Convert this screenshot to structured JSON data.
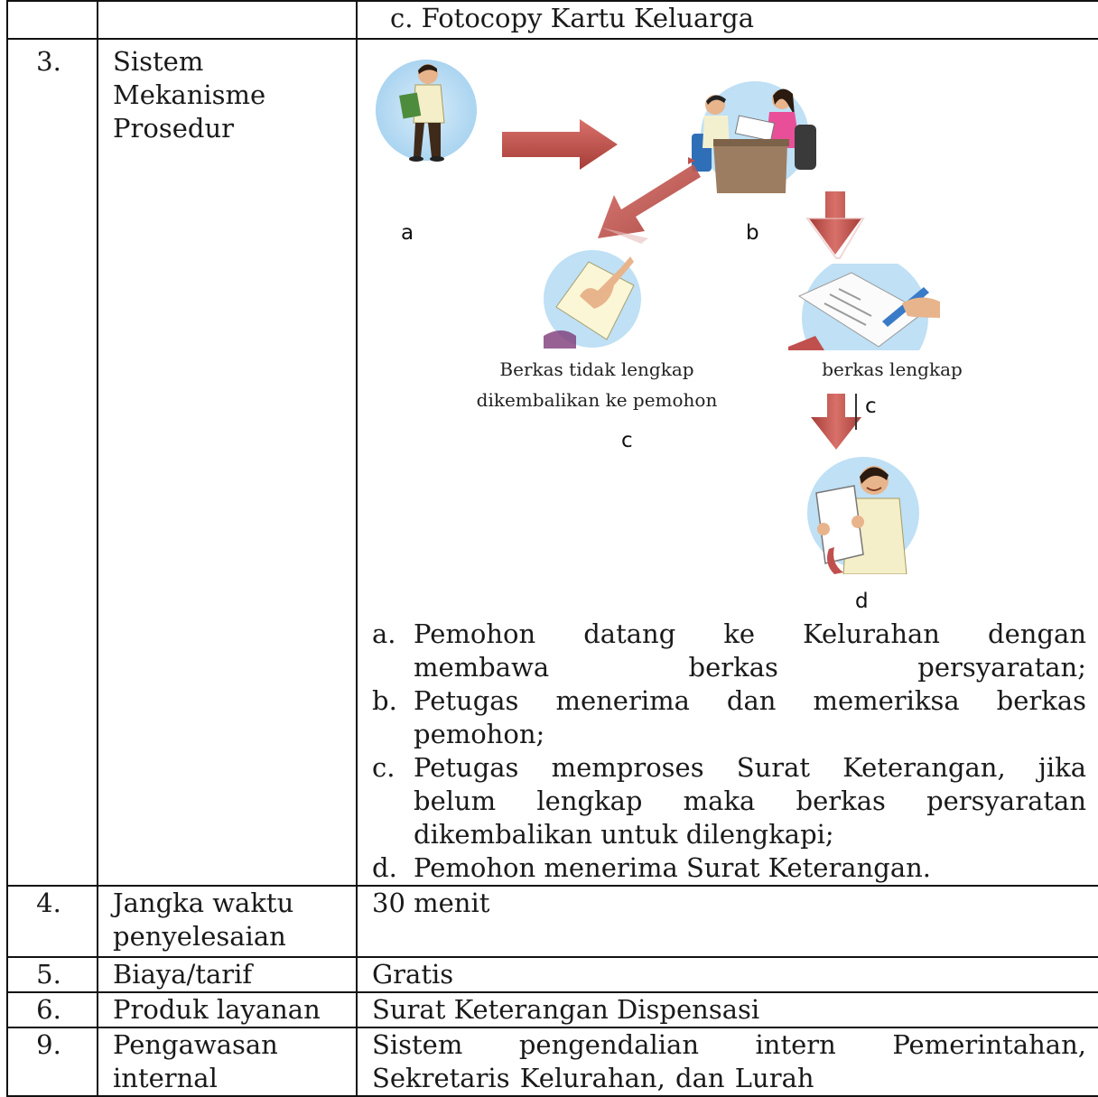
{
  "rows": [
    {
      "num": "",
      "label": "",
      "value": "c.  Fotocopy Kartu Keluarga"
    },
    {
      "num": "3.",
      "label": "Sistem Mekanisme Prosedur"
    },
    {
      "num": "4.",
      "label": "Jangka waktu penyelesaian",
      "value": "30 menit"
    },
    {
      "num": "5.",
      "label": "Biaya/tarif",
      "value": "Gratis"
    },
    {
      "num": "6.",
      "label": "Produk layanan",
      "value": "Surat Keterangan Dispensasi"
    },
    {
      "num": "9.",
      "label": "Pengawasan internal",
      "value": "Sistem pengendalian intern Pemerintahan, Sekretaris Kelurahan, dan Lurah"
    }
  ],
  "diagram": {
    "label_a": "a",
    "label_b": "b",
    "label_c_left": "c",
    "label_c_right": "c",
    "label_d": "d",
    "caption_incomplete_1": "Berkas tidak lengkap",
    "caption_incomplete_2": "dikembalikan ke pemohon",
    "caption_complete": "berkas lengkap"
  },
  "steps": [
    {
      "marker": "a.",
      "text_1": "Pemohon datang ke Kelurahan dengan",
      "text_2": "membawa berkas persyaratan;"
    },
    {
      "marker": "b.",
      "text_1": "Petugas menerima dan memeriksa berkas",
      "text_2": "pemohon;"
    },
    {
      "marker": "c.",
      "text_1": "Petugas memproses Surat Keterangan, jika",
      "text_2": "belum lengkap maka berkas persyaratan",
      "text_3": "dikembalikan untuk dilengkapi;"
    },
    {
      "marker": "d.",
      "text_1": "Pemohon menerima Surat Keterangan."
    }
  ],
  "colors": {
    "arrow": "#c0504d",
    "circle": "#bfe0f5",
    "border": "#111111"
  }
}
